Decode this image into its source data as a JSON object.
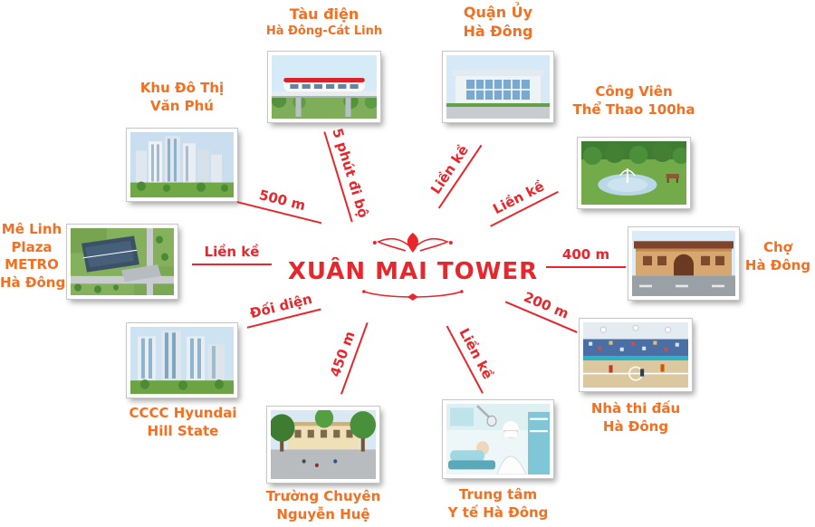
{
  "center": {
    "title": "XUÂN MAI TOWER"
  },
  "colors": {
    "label_orange": "#f36f21",
    "line_red": "#e8262b"
  },
  "locations": [
    {
      "id": "tau-dien",
      "lines": [
        "Tàu điện",
        "Hà Đông-Cát Linh"
      ]
    },
    {
      "id": "quan-uy",
      "lines": [
        "Quận Ủy",
        "Hà Đông"
      ]
    },
    {
      "id": "cong-vien",
      "lines": [
        "Công Viên",
        "Thể Thao 100ha"
      ]
    },
    {
      "id": "cho-ha-dong",
      "lines": [
        "Chợ",
        "Hà Đông"
      ]
    },
    {
      "id": "nha-thi-dau",
      "lines": [
        "Nhà thi đấu",
        "Hà Đông"
      ]
    },
    {
      "id": "y-te",
      "lines": [
        "Trung tâm",
        "Y tế Hà Đông"
      ]
    },
    {
      "id": "truong-chuyen",
      "lines": [
        "Trường Chuyên",
        "Nguyễn Huệ"
      ]
    },
    {
      "id": "hyundai",
      "lines": [
        "CCCC Hyundai",
        "Hill State"
      ]
    },
    {
      "id": "me-linh",
      "lines": [
        "Mê Linh",
        "Plaza",
        "METRO",
        "Hà Đông"
      ]
    },
    {
      "id": "van-phu",
      "lines": [
        "Khu Đô Thị",
        "Văn Phú"
      ]
    }
  ],
  "connectors": [
    {
      "to": "tau-dien",
      "label": "5 phút đi bộ"
    },
    {
      "to": "quan-uy",
      "label": "Liền kề"
    },
    {
      "to": "cong-vien",
      "label": "Liền kề"
    },
    {
      "to": "cho-ha-dong",
      "label": "400 m"
    },
    {
      "to": "nha-thi-dau",
      "label": "200 m"
    },
    {
      "to": "y-te",
      "label": "Liền kề"
    },
    {
      "to": "truong-chuyen",
      "label": "450 m"
    },
    {
      "to": "hyundai",
      "label": "Đối diện"
    },
    {
      "to": "me-linh",
      "label": "Liền kề"
    },
    {
      "to": "van-phu",
      "label": "500 m"
    }
  ]
}
